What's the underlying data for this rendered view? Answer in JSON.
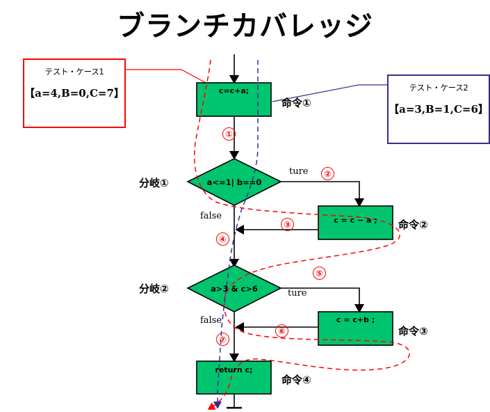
{
  "title": "ブランチカバレッジ",
  "colors": {
    "node_fill": "#00c56e",
    "node_stroke": "#000000",
    "testcase1_border": "#ff0000",
    "testcase2_border": "#3b2b8f",
    "path1_trace": "#ff0000",
    "path2_trace": "#3b2b8f",
    "marker": "#ff0000",
    "flow_line": "#000000",
    "background": "#ffffff"
  },
  "testcases": [
    {
      "name": "テスト・ケース1",
      "values": "【a=4,B=0,C=7】",
      "border_color": "#ff0000",
      "trace_style": "red-dashed"
    },
    {
      "name": "テスト・ケース2",
      "values": "【a=3,B=1,C=6】",
      "border_color": "#3b2b8f",
      "trace_style": "blue-dashed"
    }
  ],
  "flowchart": {
    "nodes": [
      {
        "id": "stmt1",
        "type": "process",
        "text": "c=c+a;",
        "label": "命令①"
      },
      {
        "id": "dec1",
        "type": "decision",
        "text": "a<=1| b==0",
        "label": "分岐①"
      },
      {
        "id": "stmt2",
        "type": "process",
        "text": "c = c − a ;",
        "label": "命令②"
      },
      {
        "id": "dec2",
        "type": "decision",
        "text": "a>3 & c>6",
        "label": "分岐②"
      },
      {
        "id": "stmt3",
        "type": "process",
        "text": "c = c+b ;",
        "label": "命令③"
      },
      {
        "id": "stmt4",
        "type": "process",
        "text": "return c;",
        "label": "命令④"
      }
    ],
    "edge_labels": {
      "dec1_true": "ture",
      "dec1_false": "false",
      "dec2_true": "ture",
      "dec2_false": "false"
    },
    "step_markers": [
      "①",
      "②",
      "③",
      "④",
      "⑤",
      "⑥",
      "⑦"
    ]
  }
}
